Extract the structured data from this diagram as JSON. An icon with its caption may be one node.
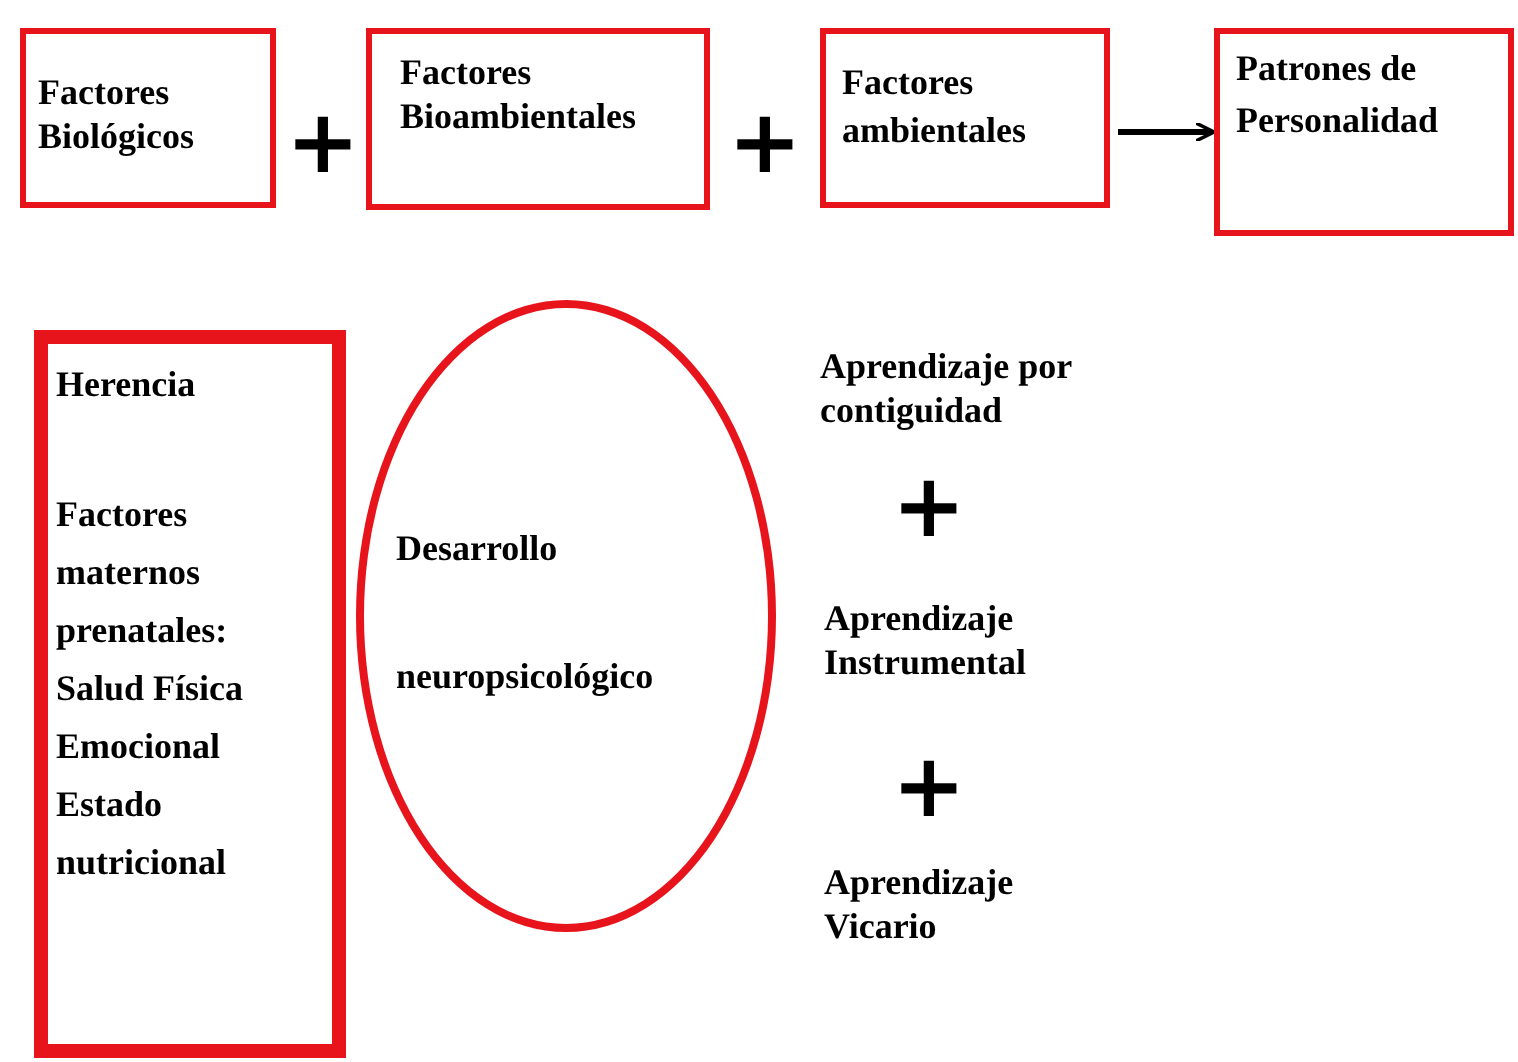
{
  "diagram": {
    "nodes": [
      {
        "text": [
          "Factores Biológicos"
        ]
      },
      {
        "text": [
          "Factores Bioambientales"
        ]
      },
      {
        "text": [
          "Factores ambientales"
        ]
      },
      {
        "text": [
          "Patrones de Personalidad"
        ]
      },
      {
        "text": [
          "Herencia",
          "Factores maternos prenatales: Salud Física Emocional Estado nutricional"
        ]
      },
      {
        "text": [
          "Desarrollo neuropsicológico"
        ]
      }
    ],
    "edges": [
      {
        "from": 2,
        "to": 3,
        "arrow": "to"
      }
    ],
    "labels": [
      "+",
      "+",
      "Aprendizaje por contiguidad",
      "+",
      "Aprendizaje Instrumental",
      "+",
      "Aprendizaje Vicario"
    ]
  }
}
